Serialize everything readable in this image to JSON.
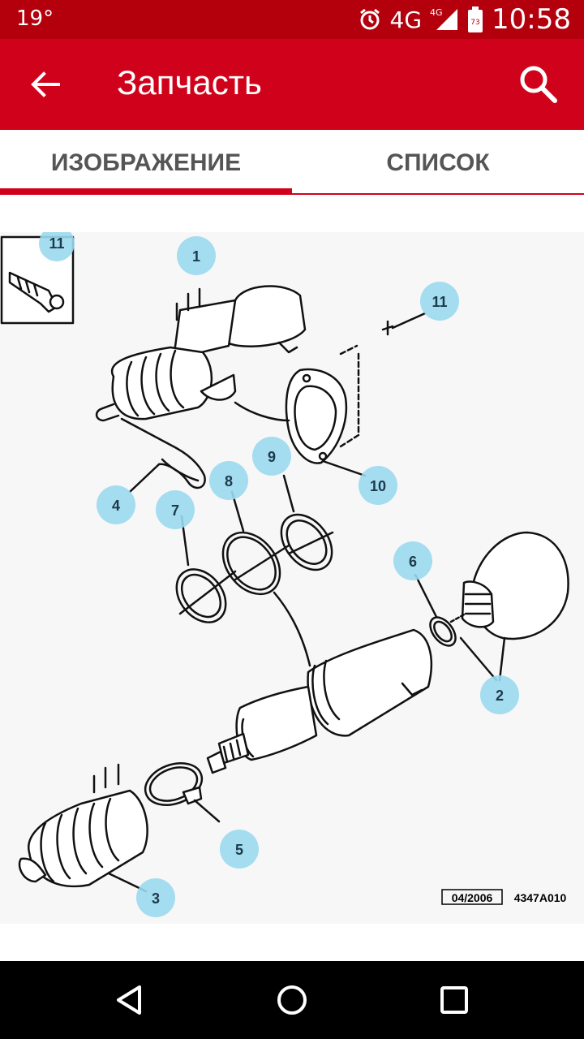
{
  "status": {
    "temperature": "19°",
    "network": "4G",
    "network_small": "4G",
    "battery": "73",
    "time": "10:58"
  },
  "app_bar": {
    "title": "Запчасть",
    "back_icon": "arrow-back-icon",
    "search_icon": "search-icon"
  },
  "tabs": [
    {
      "label": "ИЗОБРАЖЕНИЕ",
      "active": true
    },
    {
      "label": "СПИСОК",
      "active": false
    }
  ],
  "diagram": {
    "callouts": [
      "11",
      "1",
      "11",
      "10",
      "9",
      "8",
      "4",
      "7",
      "6",
      "2",
      "5",
      "3"
    ],
    "date_code": "04/2006",
    "ref_code": "4347A010"
  },
  "nav": {
    "back_icon": "nav-back-icon",
    "home_icon": "nav-home-icon",
    "recent_icon": "nav-recent-icon"
  },
  "colors": {
    "status_bar": "#b3000c",
    "app_bar": "#d0021b",
    "accent": "#d0021b",
    "callout": "#9ad8ee"
  }
}
